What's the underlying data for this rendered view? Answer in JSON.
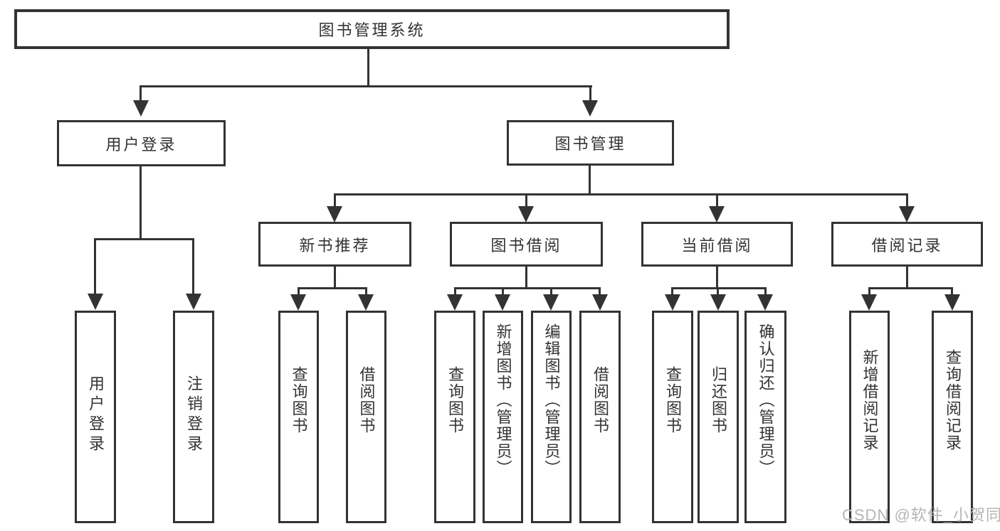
{
  "diagram": {
    "root": {
      "label": "图书管理系统"
    },
    "branches": [
      {
        "label": "用户登录",
        "leaves": [
          {
            "label": "用户登录"
          },
          {
            "label": "注销登录"
          }
        ]
      },
      {
        "label": "图书管理",
        "groups": [
          {
            "label": "新书推荐",
            "leaves": [
              {
                "label": "查询图书"
              },
              {
                "label": "借阅图书"
              }
            ]
          },
          {
            "label": "图书借阅",
            "leaves": [
              {
                "label": "查询图书"
              },
              {
                "label": "新增图书（管理员）"
              },
              {
                "label": "编辑图书（管理员）"
              },
              {
                "label": "借阅图书"
              }
            ]
          },
          {
            "label": "当前借阅",
            "leaves": [
              {
                "label": "查询图书"
              },
              {
                "label": "归还图书"
              },
              {
                "label": "确认归还（管理员）"
              }
            ]
          },
          {
            "label": "借阅记录",
            "leaves": [
              {
                "label": "新增借阅记录"
              },
              {
                "label": "查询借阅记录"
              }
            ]
          }
        ]
      }
    ]
  },
  "watermark": {
    "text": "CSDN @软件_小贺同学",
    "color": "#b5b5b5"
  },
  "colors": {
    "line": "#333333",
    "box_fill": "#ffffff",
    "text": "#333333",
    "background": "#ffffff"
  }
}
